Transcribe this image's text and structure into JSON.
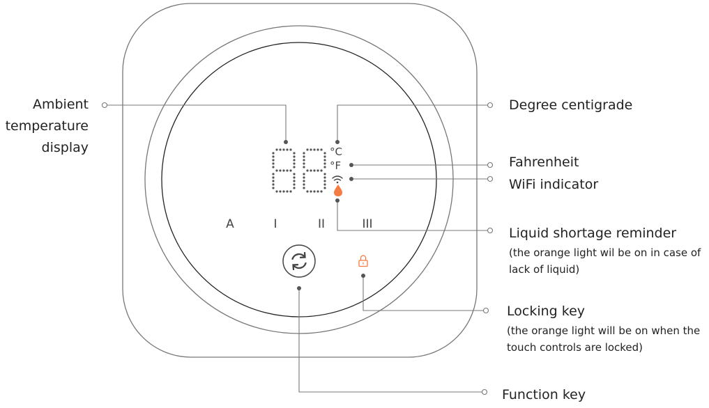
{
  "device": {
    "digits": "88",
    "unit_celsius_symbol": "°C",
    "unit_fahrenheit_symbol": "°F",
    "modes": [
      "A",
      "I",
      "II",
      "III"
    ],
    "colors": {
      "outline": "#777777",
      "text": "#222222",
      "accent": "#f47b42",
      "dot": "#555555",
      "icon": "#444444"
    },
    "icons": {
      "wifi": "wifi-icon",
      "liquid": "liquid-drop-icon",
      "function": "refresh-icon",
      "lock": "lock-icon"
    }
  },
  "labels": {
    "ambient": [
      "Ambient",
      "temperature",
      "display"
    ],
    "degree_centigrade": "Degree centigrade",
    "fahrenheit": "Fahrenheit",
    "wifi_indicator": "WiFi indicator",
    "liquid_shortage": {
      "title": "Liquid shortage reminder",
      "note": "(the orange light wil be on in case of lack of liquid)"
    },
    "locking_key": {
      "title": "Locking key",
      "note": "(the orange light will be on when the touch controls are locked)"
    },
    "function_key": "Function key"
  }
}
